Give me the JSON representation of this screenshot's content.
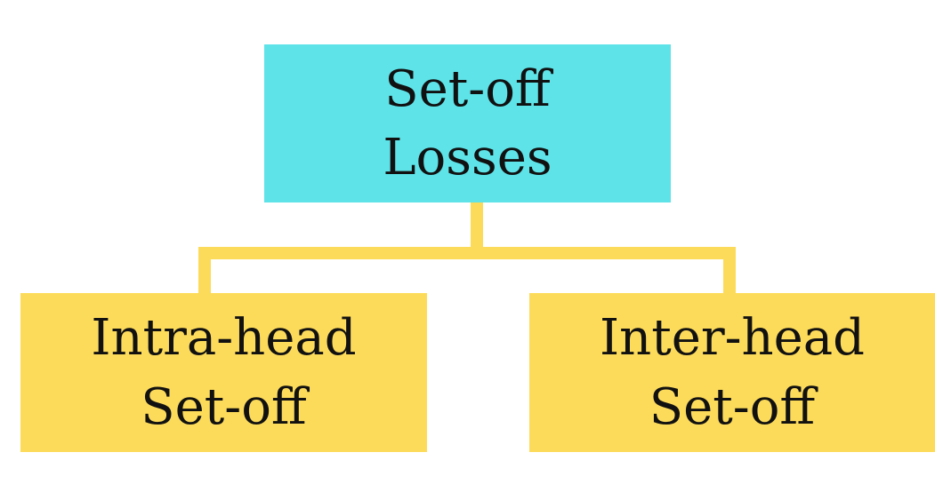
{
  "diagram": {
    "root": {
      "lines": [
        "Set-off",
        "Losses"
      ],
      "color": "#5de3e8"
    },
    "children": [
      {
        "lines": [
          "Intra-head",
          "Set-off"
        ],
        "color": "#fddb5a"
      },
      {
        "lines": [
          "Inter-head",
          "Set-off"
        ],
        "color": "#fddb5a"
      }
    ],
    "connector_color": "#fddb5a"
  }
}
